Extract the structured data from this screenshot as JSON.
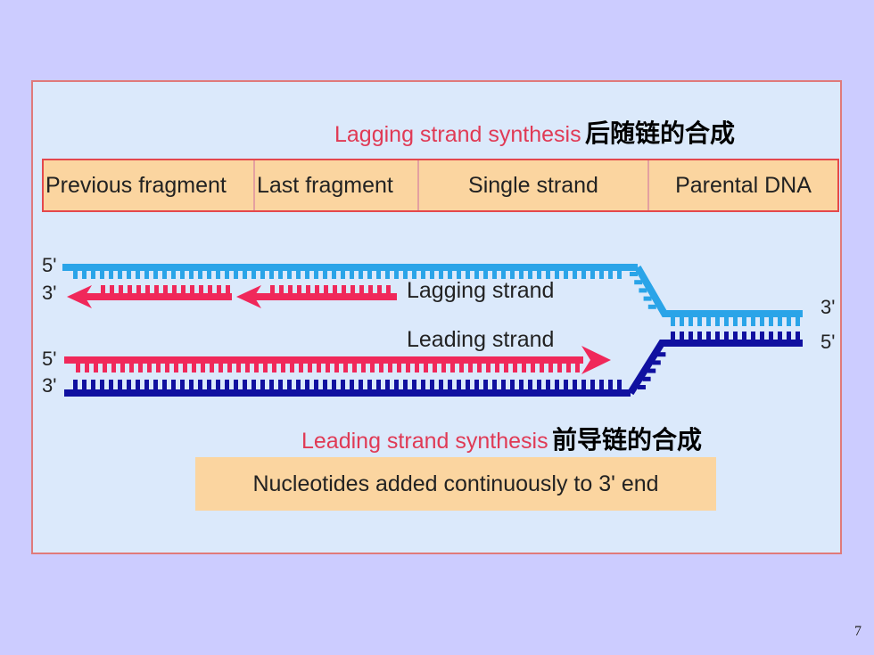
{
  "lagging_title": "Lagging strand synthesis",
  "lagging_title_cn": "后随链的合成",
  "segments": [
    "Previous fragment",
    "Last fragment",
    "Single strand",
    "Parental DNA"
  ],
  "lagging_strand_label": "Lagging strand",
  "leading_strand_label": "Leading strand",
  "ends": {
    "top_left_5": "5'",
    "top_left_3": "3'",
    "bottom_left_5": "5'",
    "bottom_left_3": "3'",
    "right_3": "3'",
    "right_5": "5'"
  },
  "leading_title": "Leading strand synthesis",
  "leading_title_cn": "前导链的合成",
  "note": "Nucleotides added continuously to 3' end",
  "page_number": "7",
  "colors": {
    "lagging_parent": "#2aa4e8",
    "leading_parent": "#1010a0",
    "new_strand": "#f0285a",
    "box_fill": "#fbd5a0",
    "panel_fill": "#dbe9fb"
  }
}
